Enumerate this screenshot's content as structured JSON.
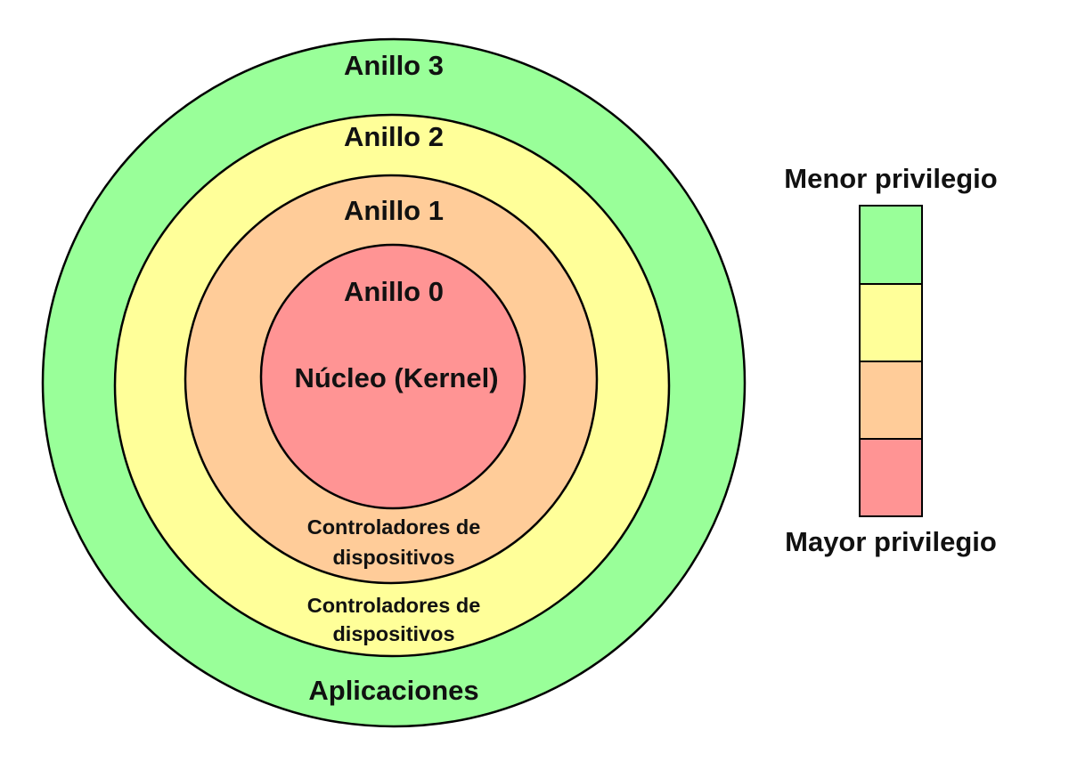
{
  "colors": {
    "ring3": "#99ff99",
    "ring2": "#ffff99",
    "ring1": "#ffcc99",
    "ring0": "#ff9494",
    "stroke": "#000000"
  },
  "rings": {
    "ring3_label": "Anillo 3",
    "ring2_label": "Anillo 2",
    "ring1_label": "Anillo 1",
    "ring0_label": "Anillo 0",
    "ring0_content": "Núcleo (Kernel)",
    "ring1_content": [
      "Controladores de",
      "dispositivos"
    ],
    "ring2_content": [
      "Controladores de",
      "dispositivos"
    ],
    "ring3_content": "Aplicaciones"
  },
  "legend": {
    "top_label": "Menor privilegio",
    "bottom_label": "Mayor privilegio",
    "swatches_top_to_bottom": [
      "ring3",
      "ring2",
      "ring1",
      "ring0"
    ]
  }
}
